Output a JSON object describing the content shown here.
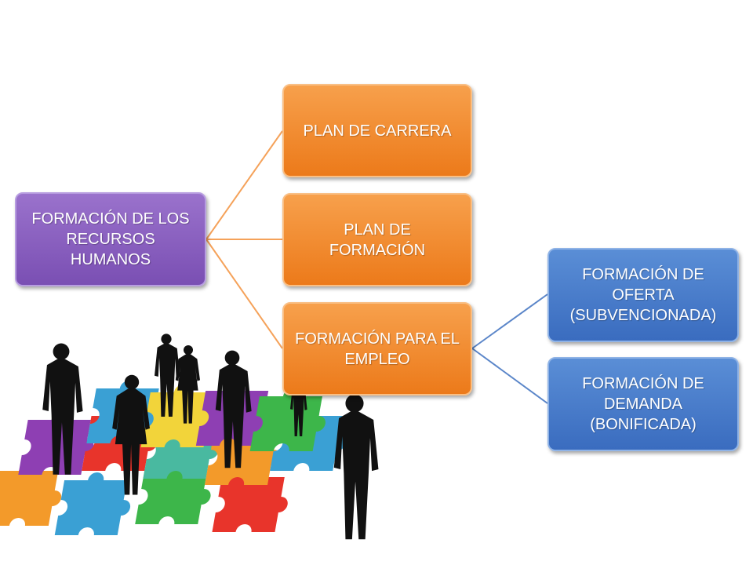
{
  "root": {
    "label": "FORMACIÓN DE LOS RECURSOS HUMANOS",
    "color": "#7f56b8"
  },
  "level1": [
    {
      "label": "PLAN DE CARRERA"
    },
    {
      "label": "PLAN DE FORMACIÓN"
    },
    {
      "label": "FORMACIÓN PARA EL EMPLEO"
    }
  ],
  "level2": [
    {
      "label": "FORMACIÓN DE OFERTA (SUBVENCIONADA)"
    },
    {
      "label": "FORMACIÓN DE DEMANDA (BONIFICADA)"
    }
  ],
  "colors": {
    "orange": "#ef8a2c",
    "blue": "#4778c8",
    "connector_orange": "#f5a25a",
    "connector_blue": "#5b86c9"
  },
  "illustration": {
    "icon": "business-people-on-puzzle-pieces-illustration"
  }
}
